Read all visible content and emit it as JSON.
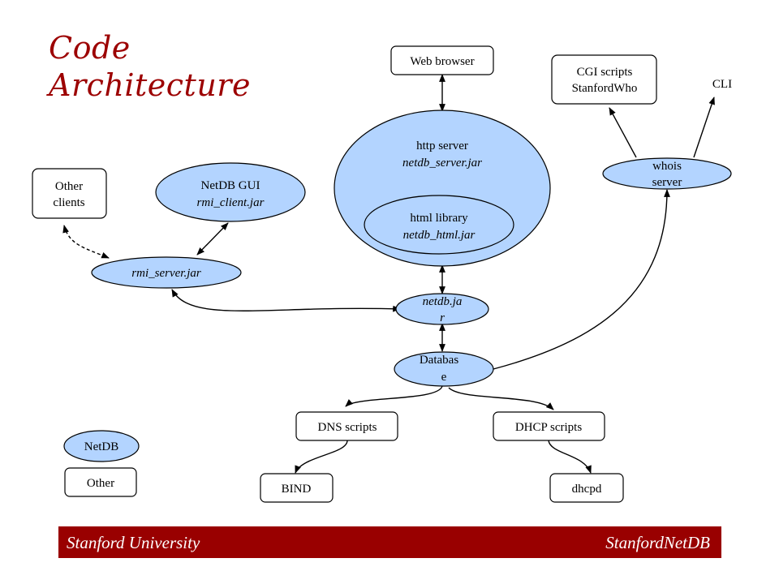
{
  "title": {
    "line1": "Code",
    "line2": "Architecture"
  },
  "colors": {
    "netdb_fill": "#b3d4ff",
    "accent": "#9c0000",
    "footer_bg": "#990000"
  },
  "nodes": {
    "web_browser": "Web browser",
    "cgi_scripts": {
      "line1": "CGI scripts",
      "line2": "StanfordWho"
    },
    "cli": "CLI",
    "http_server": {
      "line1": "http server",
      "line2": "netdb_server.jar"
    },
    "html_library": {
      "line1": "html library",
      "line2": "netdb_html.jar"
    },
    "whois_server": {
      "line1": "whois",
      "line2": "server"
    },
    "other_clients": {
      "line1": "Other",
      "line2": "clients"
    },
    "netdb_gui": {
      "line1": "NetDB GUI",
      "line2": "rmi_client.jar"
    },
    "rmi_server": "rmi_server.jar",
    "netdb_jar": {
      "line1": "netdb.ja",
      "line2": "r"
    },
    "database": {
      "line1": "Databas",
      "line2": "e"
    },
    "dns_scripts": "DNS scripts",
    "dhcp_scripts": "DHCP scripts",
    "bind": "BIND",
    "dhcpd": "dhcpd"
  },
  "legend": {
    "netdb": "NetDB",
    "other": "Other"
  },
  "footer": {
    "left": "Stanford University",
    "right": "StanfordNetDB"
  }
}
